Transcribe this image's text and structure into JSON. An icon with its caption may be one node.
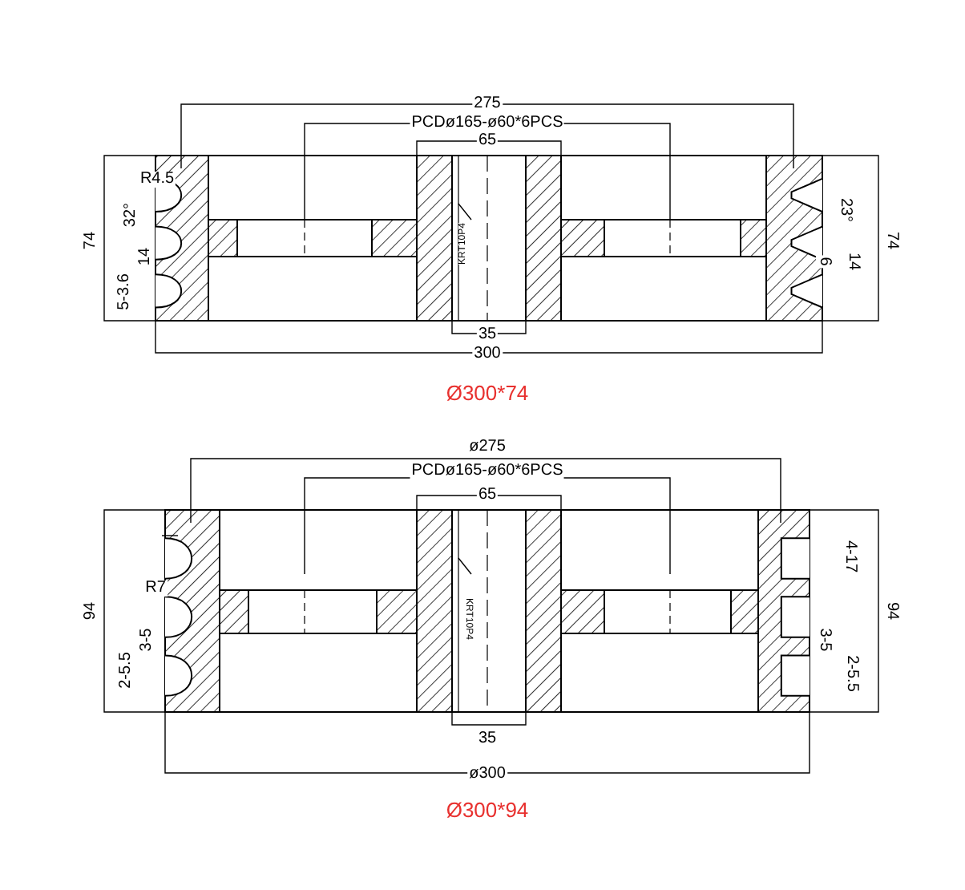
{
  "diagram": {
    "labels": [
      "275",
      "PCDø165-ø60*6PCS",
      "65",
      "R4.5",
      "32°",
      "23°",
      "74",
      "14",
      "6",
      "14",
      "74",
      "5-3.6",
      "KRT10P4",
      "35",
      "300",
      "Ø300*74",
      "ø275",
      "PCDø165-ø60*6PCS",
      "65",
      "R7",
      "4-17",
      "94",
      "94",
      "3-5",
      "3-5",
      "2-5.5",
      "2-5.5",
      "KRT10P4",
      "35",
      "ø300",
      "Ø300*94"
    ]
  }
}
